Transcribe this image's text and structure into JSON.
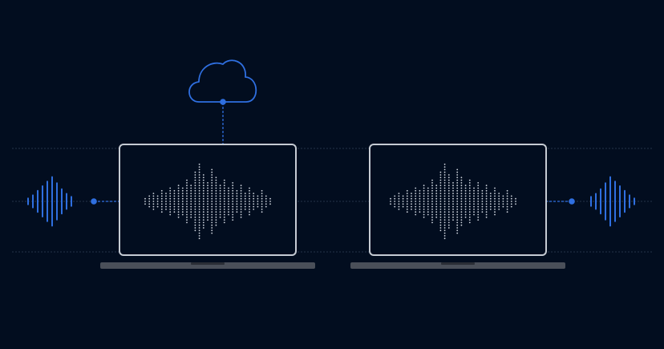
{
  "colors": {
    "background": "#020d1f",
    "accent_blue": "#2f6fe0",
    "guide_line": "#24324a",
    "laptop_frame": "#c6cbd3",
    "laptop_base": "#4a4f59",
    "waveform_dots": "#cfd5de"
  },
  "icons": {
    "cloud": "cloud-icon",
    "left_sound": "sound-wave-icon",
    "right_sound": "sound-wave-icon"
  },
  "waveform_profile": [
    1,
    2,
    3,
    2,
    4,
    3,
    5,
    4,
    6,
    5,
    8,
    6,
    11,
    14,
    10,
    7,
    12,
    9,
    6,
    8,
    5,
    7,
    4,
    6,
    3,
    5,
    3,
    2,
    4,
    2,
    1
  ],
  "blue_wave_profile": [
    2,
    4,
    7,
    10,
    13,
    16,
    12,
    8,
    5,
    3
  ]
}
